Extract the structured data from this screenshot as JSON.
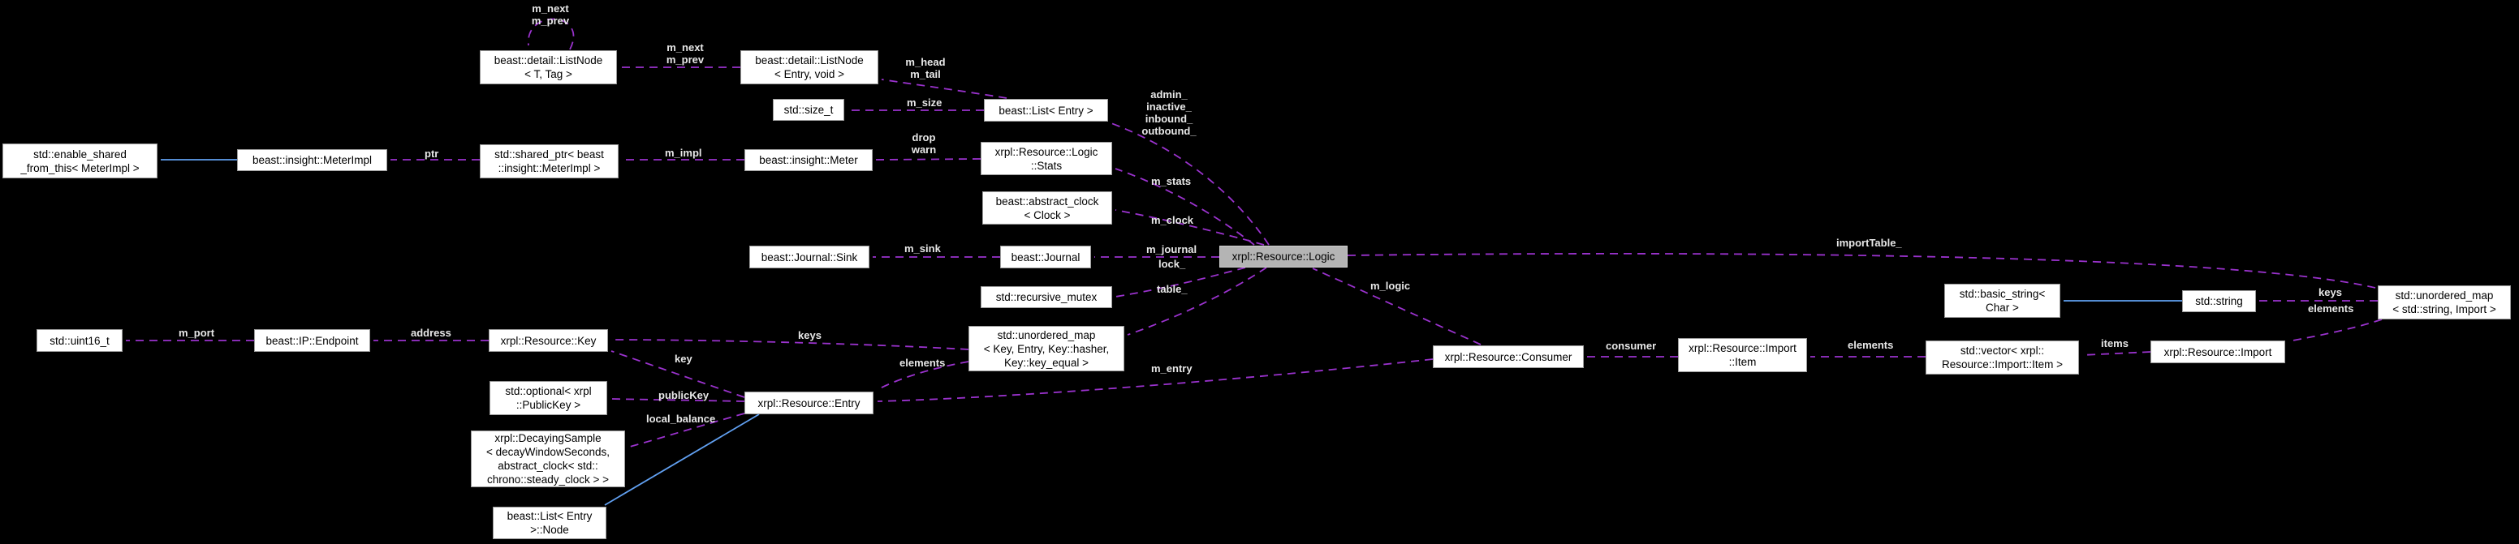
{
  "diagram": {
    "type": "collaboration-graph",
    "focus_node": "xrpl::Resource::Logic",
    "colors": {
      "background": "#000000",
      "node_fill": "#ffffff",
      "node_border": "#9b9b9b",
      "focus_fill": "#b4b4b4",
      "focus_border": "#cfcfcf",
      "edge_usage": "#9a32cd",
      "edge_inheritance": "#61a0f1",
      "edge_label": "#e8e8e8",
      "node_text": "#000000"
    }
  },
  "nodes": {
    "listnode_t_tag": "beast::detail::ListNode\n< T, Tag >",
    "listnode_entry_void": "beast::detail::ListNode\n< Entry, void >",
    "size_t": "std::size_t",
    "list_entry": "beast::List< Entry >",
    "stats": "xrpl::Resource::Logic\n::Stats",
    "abstract_clock": "beast::abstract_clock\n< Clock >",
    "enable_shared": "std::enable_shared\n_from_this< MeterImpl >",
    "meterimpl": "beast::insight::MeterImpl",
    "shared_ptr": "std::shared_ptr< beast\n::insight::MeterImpl >",
    "meter": "beast::insight::Meter",
    "journal_sink": "beast::Journal::Sink",
    "journal": "beast::Journal",
    "logic": "xrpl::Resource::Logic",
    "recursive_mutex": "std::recursive_mutex",
    "map_key": "std::unordered_map\n< Key, Entry, Key::hasher,\nKey::key_equal >",
    "uint16": "std::uint16_t",
    "endpoint": "beast::IP::Endpoint",
    "key": "xrpl::Resource::Key",
    "optional_publickey": "std::optional< xrpl\n::PublicKey >",
    "entry": "xrpl::Resource::Entry",
    "decaying_sample": "xrpl::DecayingSample\n< decayWindowSeconds,\nabstract_clock< std::\nchrono::steady_clock > >",
    "list_node": "beast::List< Entry\n>::Node",
    "consumer": "xrpl::Resource::Consumer",
    "import_item": "xrpl::Resource::Import\n::Item",
    "vector_item": "std::vector< xrpl::\nResource::Import::Item >",
    "import": "xrpl::Resource::Import",
    "basic_string": "std::basic_string<\nChar >",
    "string": "std::string",
    "map_string": "std::unordered_map\n< std::string, Import >"
  },
  "edge_labels": {
    "self_next_prev": "m_next\nm_prev",
    "next_prev": "m_next\nm_prev",
    "head_tail": "m_head\nm_tail",
    "m_size": "m_size",
    "list_members": "admin_\ninactive_\ninbound_\noutbound_",
    "drop_warn": "drop\nwarn",
    "m_stats": "m_stats",
    "m_clock": "m_clock",
    "m_sink": "m_sink",
    "m_journal": "m_journal",
    "lock": "lock_",
    "table": "table_",
    "import_table": "importTable_",
    "keys_map_key": "keys",
    "elements_map_entry": "elements",
    "key": "key",
    "publicKey": "publicKey",
    "local_balance": "local_balance",
    "m_logic": "m_logic",
    "m_entry": "m_entry",
    "consumer": "consumer",
    "elements_vector_item": "elements",
    "items": "items",
    "keys_map_string": "keys",
    "elements_map_import": "elements",
    "ptr": "ptr",
    "m_impl": "m_impl",
    "m_port": "m_port",
    "address": "address"
  }
}
